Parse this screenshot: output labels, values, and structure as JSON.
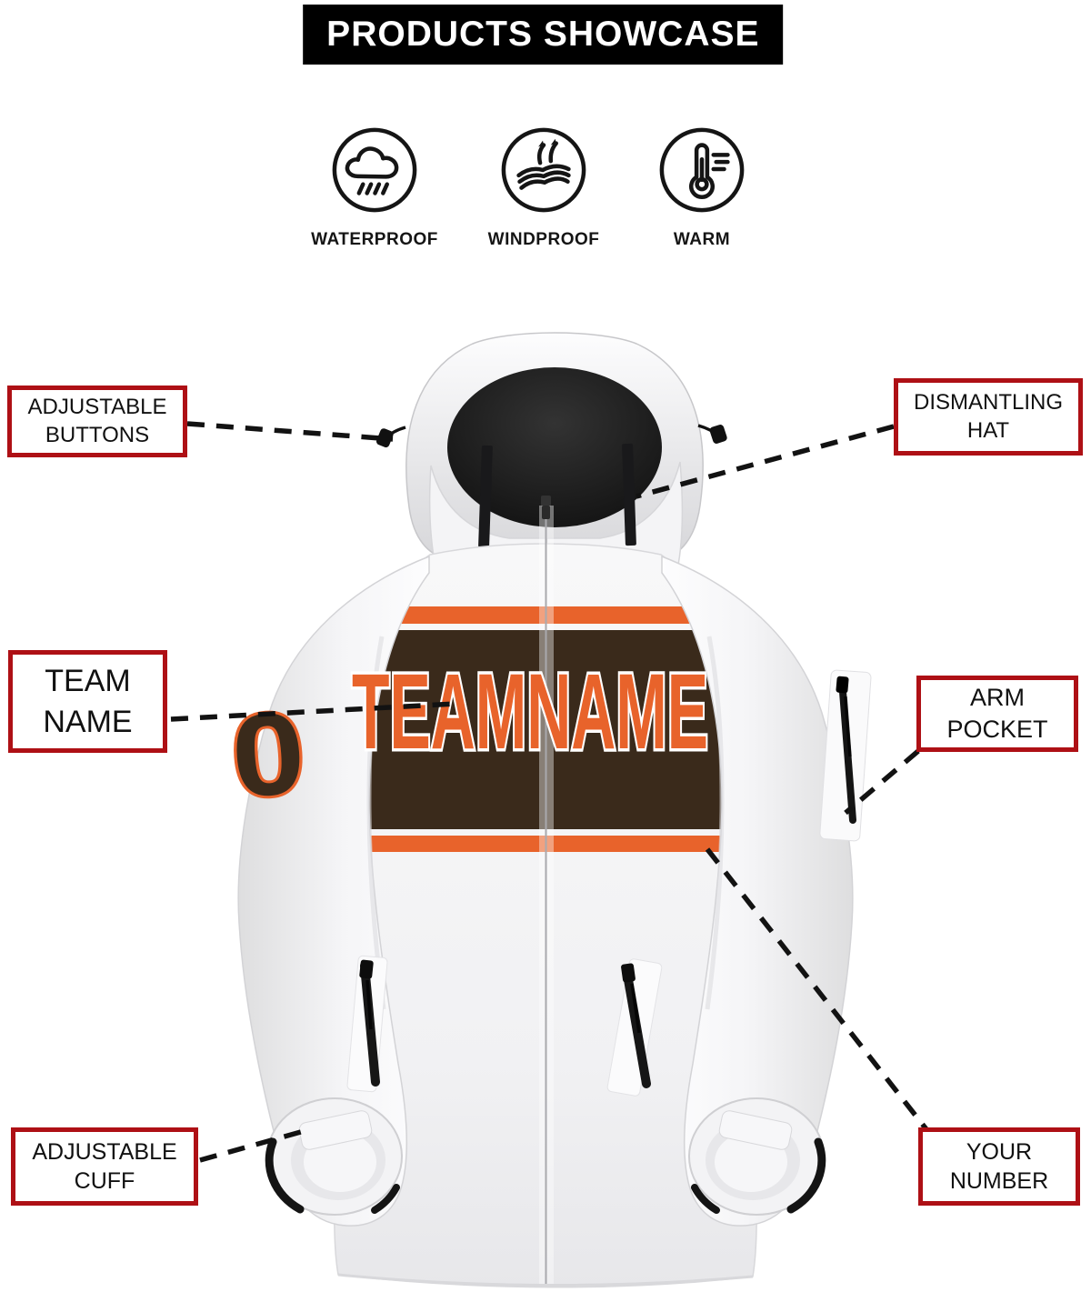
{
  "header": {
    "title": "PRODUCTS SHOWCASE"
  },
  "features": [
    {
      "icon": "waterproof-icon",
      "label": "WATERPROOF"
    },
    {
      "icon": "windproof-icon",
      "label": "WINDPROOF"
    },
    {
      "icon": "warm-icon",
      "label": "WARM"
    }
  ],
  "jacket": {
    "team_name": "TEAMNAME",
    "sleeve_number": "0"
  },
  "callouts": {
    "adjustable_buttons": "ADJUSTABLE\nBUTTONS",
    "dismantling_hat": "DISMANTLING\nHAT",
    "team_name": "TEAM\nNAME",
    "arm_pocket": "ARM\nPOCKET",
    "adjustable_cuff": "ADJUSTABLE\nCUFF",
    "your_number": "YOUR\nNUMBER"
  },
  "theme": {
    "callout_red": "#AE1015",
    "banner_bg": "#000000",
    "banner_text": "#FFFFFF",
    "team_orange": "#E8632B",
    "team_brown": "#3A2A1B",
    "outline_white": "#FFFFFF",
    "zipper_black": "#161616",
    "line_black": "#121212"
  }
}
